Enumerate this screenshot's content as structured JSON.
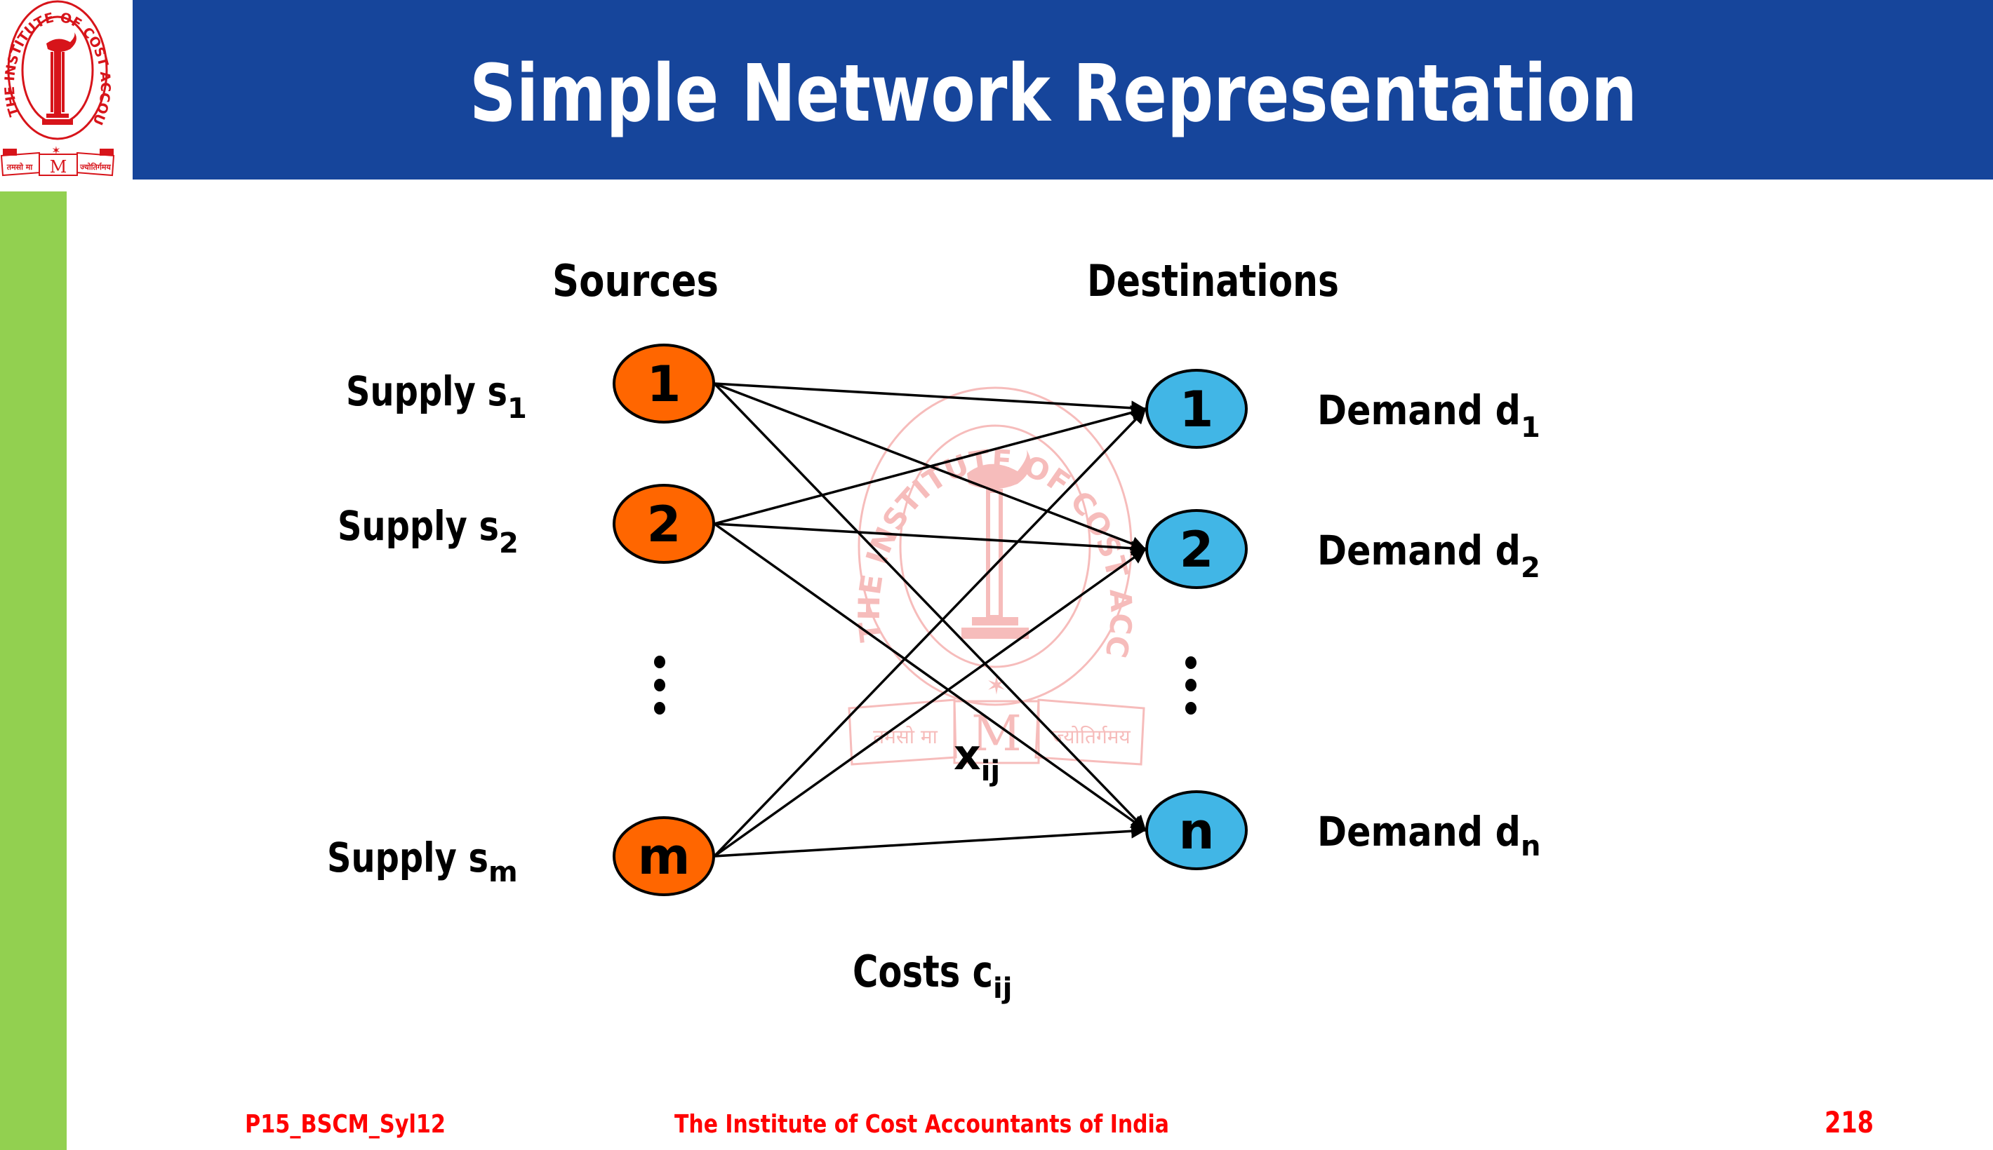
{
  "header": {
    "title": "Simple Network Representation",
    "logo": {
      "icon": "institute-emblem-icon",
      "ring_text": "THE INSTITUTE OF COST ACCOUNTANTS OF INDIA",
      "motto_left": "तमसो मा",
      "motto_center": "M",
      "motto_right": "ज्योतिर्गमय"
    }
  },
  "colors": {
    "header_blue": "#16459B",
    "accent_green": "#92D050",
    "source_orange": "#FF6600",
    "destination_blue": "#41B6E6",
    "footer_red": "#FF0000",
    "watermark_red": "#F4A7A7"
  },
  "diagram": {
    "sources_heading": "Sources",
    "destinations_heading": "Destinations",
    "sources": [
      {
        "id": "1",
        "label": "1",
        "supply_text": "Supply s",
        "supply_sub": "1"
      },
      {
        "id": "2",
        "label": "2",
        "supply_text": "Supply s",
        "supply_sub": "2"
      },
      {
        "id": "m",
        "label": "m",
        "supply_text": "Supply s",
        "supply_sub": "m"
      }
    ],
    "destinations": [
      {
        "id": "1",
        "label": "1",
        "demand_text": "Demand d",
        "demand_sub": "1"
      },
      {
        "id": "2",
        "label": "2",
        "demand_text": "Demand d",
        "demand_sub": "2"
      },
      {
        "id": "n",
        "label": "n",
        "demand_text": "Demand d",
        "demand_sub": "n"
      }
    ],
    "ellipsis": "⋮",
    "edges": [
      {
        "from": "1",
        "to": "1"
      },
      {
        "from": "1",
        "to": "2"
      },
      {
        "from": "1",
        "to": "n"
      },
      {
        "from": "2",
        "to": "1"
      },
      {
        "from": "2",
        "to": "2"
      },
      {
        "from": "2",
        "to": "n"
      },
      {
        "from": "m",
        "to": "1"
      },
      {
        "from": "m",
        "to": "2"
      },
      {
        "from": "m",
        "to": "n"
      }
    ],
    "flow_label": {
      "text": "x",
      "sub": "ij"
    },
    "cost_label": {
      "text": "Costs c",
      "sub": "ij"
    }
  },
  "footer": {
    "code": "P15_BSCM_Syl12",
    "institute": "The Institute of Cost Accountants of India",
    "page_number": "218"
  }
}
